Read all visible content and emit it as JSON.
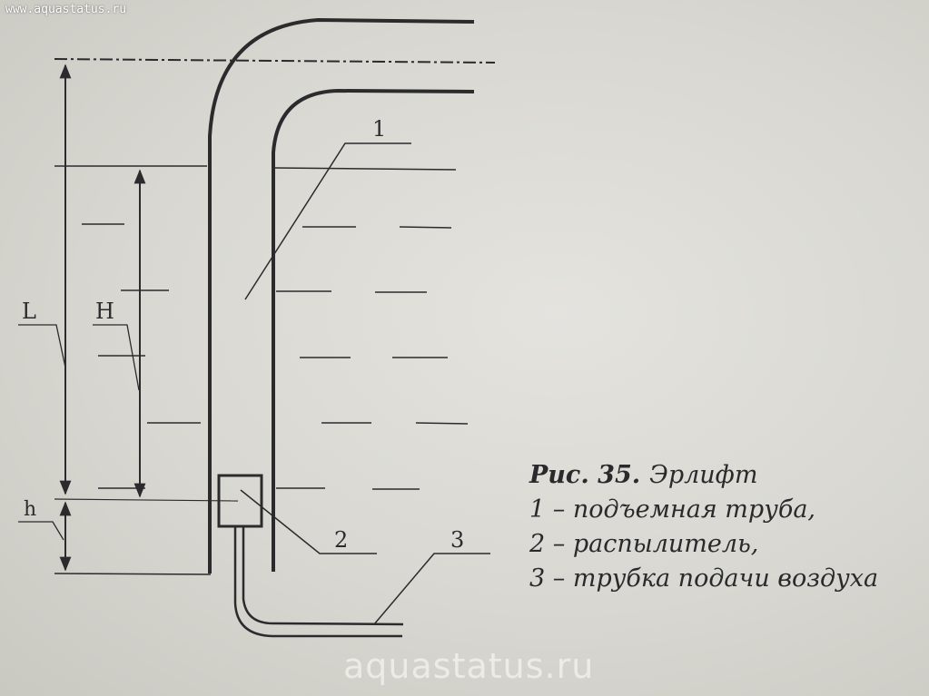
{
  "watermark": {
    "top": "www.aquastatus.ru",
    "bottom": "aquastatus.ru"
  },
  "labels": {
    "L": "L",
    "H": "H",
    "h": "h",
    "n1": "1",
    "n2": "2",
    "n3": "3"
  },
  "caption": {
    "fig": "Рис. 35.",
    "title": "Эрлифт",
    "item1": "1 – подъемная труба,",
    "item2": "2 – распылитель,",
    "item3": "3 – трубка подачи воздуха"
  },
  "colors": {
    "ink": "#2b2b2e",
    "paper": "#dcdbd6"
  }
}
